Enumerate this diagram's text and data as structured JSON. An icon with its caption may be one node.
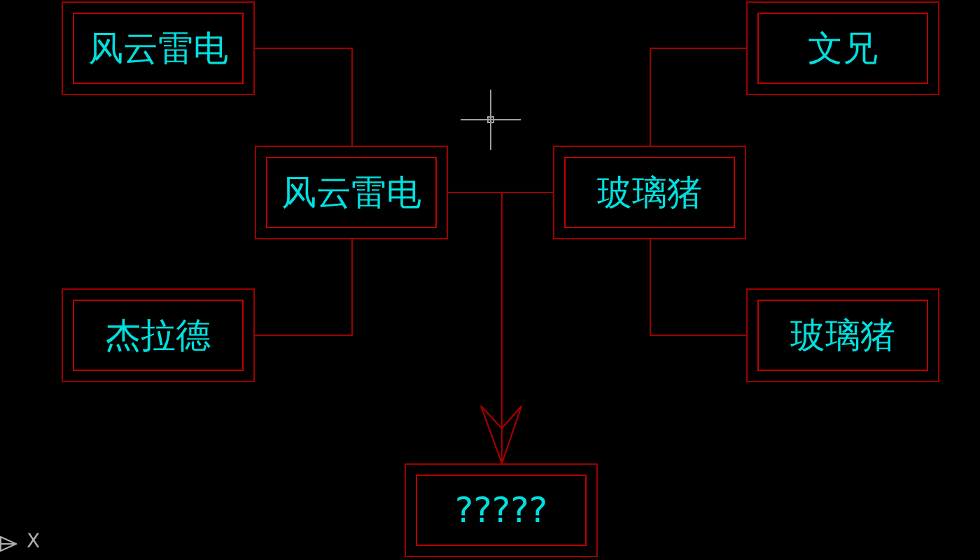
{
  "diagram": {
    "nodes": [
      {
        "text": [
          "风云雷电"
        ]
      },
      {
        "text": [
          "文兄"
        ]
      },
      {
        "text": [
          "风云雷电"
        ]
      },
      {
        "text": [
          "玻璃猪"
        ]
      },
      {
        "text": [
          "杰拉德"
        ]
      },
      {
        "text": [
          "玻璃猪"
        ]
      },
      {
        "text": [
          "?????"
        ]
      }
    ],
    "edges": [
      {
        "from": 0,
        "to": 2,
        "arrow": "none"
      },
      {
        "from": 1,
        "to": 3,
        "arrow": "none"
      },
      {
        "from": 4,
        "to": 2,
        "arrow": "none"
      },
      {
        "from": 5,
        "to": 3,
        "arrow": "none"
      },
      {
        "from": 2,
        "to": 6,
        "arrow": "to"
      },
      {
        "from": 3,
        "to": 6,
        "arrow": "to"
      }
    ],
    "labels": [
      "X"
    ]
  }
}
